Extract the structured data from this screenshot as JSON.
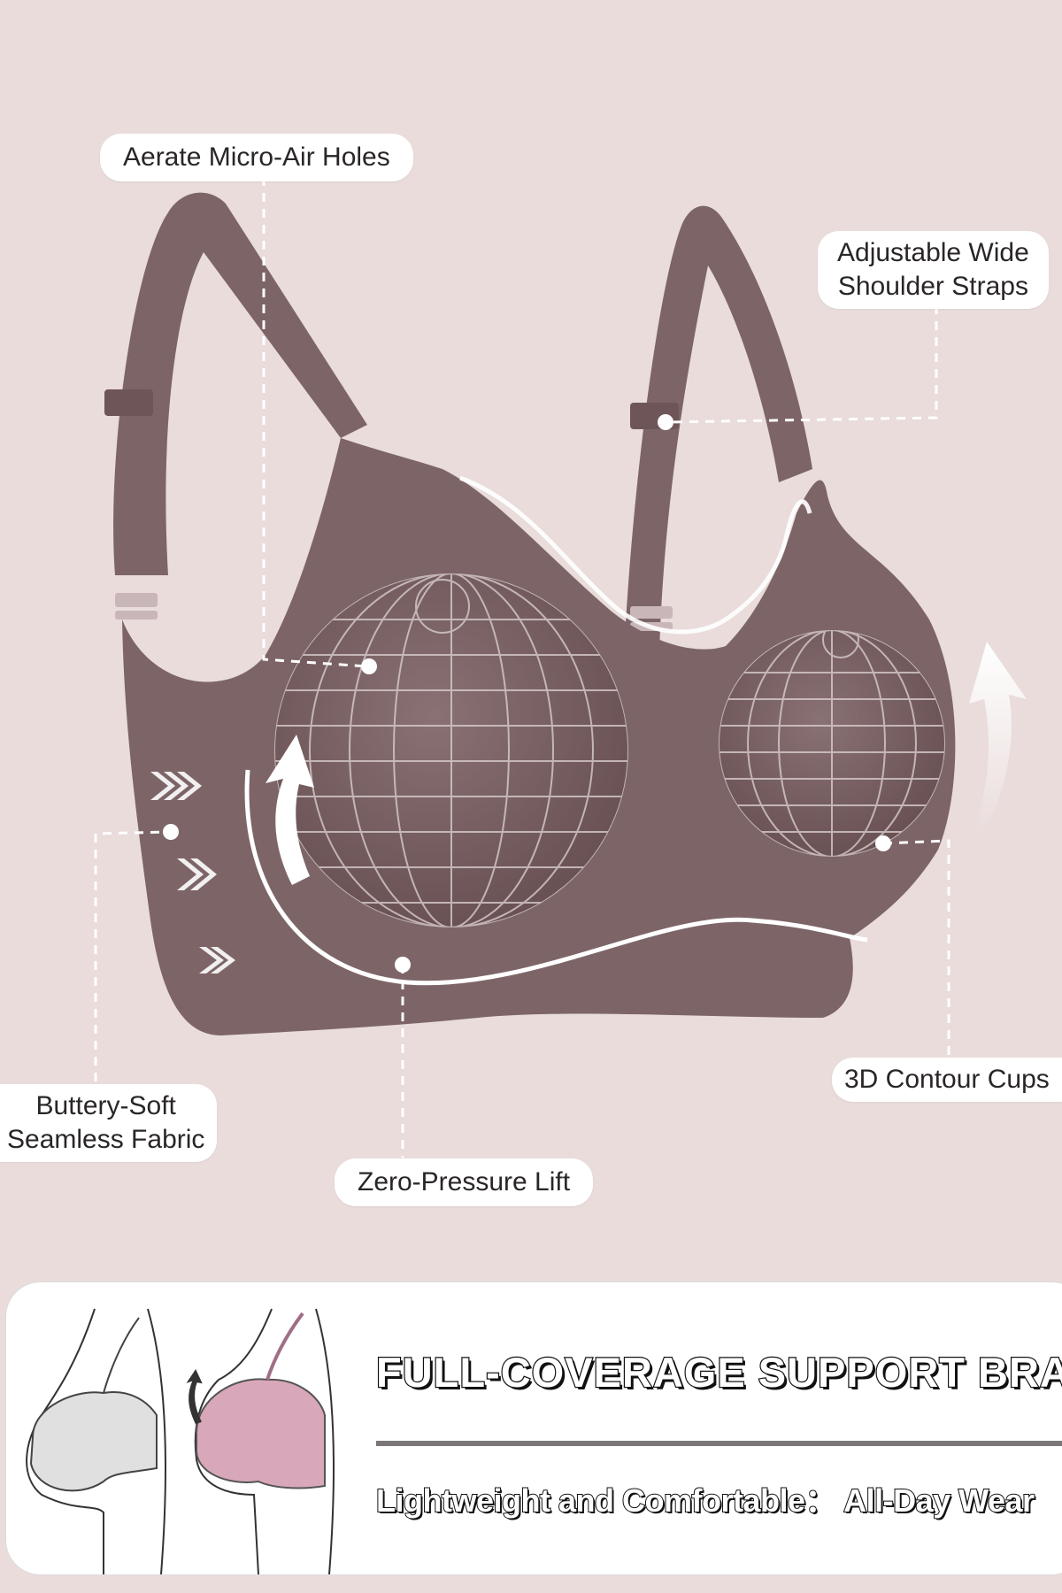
{
  "labels": {
    "air_holes": "Aerate Micro-Air Holes",
    "straps_line1": "Adjustable Wide",
    "straps_line2": "Shoulder Straps",
    "fabric_line1": "Buttery-Soft",
    "fabric_line2": "Seamless Fabric",
    "cups": "3D Contour Cups",
    "lift": "Zero-Pressure Lift"
  },
  "banner": {
    "headline": "FULL-COVERAGE SUPPORT BRA",
    "subheadline": "Lightweight and Comfortable： All-Day Wear"
  },
  "colors": {
    "background": "#e9dcdb",
    "fabric": "#7d6567",
    "fabric_dark": "#6e5658",
    "annotation": "#ffffff",
    "illustration_pink": "#d8a8ba",
    "illustration_gray": "#e0e0e0"
  }
}
